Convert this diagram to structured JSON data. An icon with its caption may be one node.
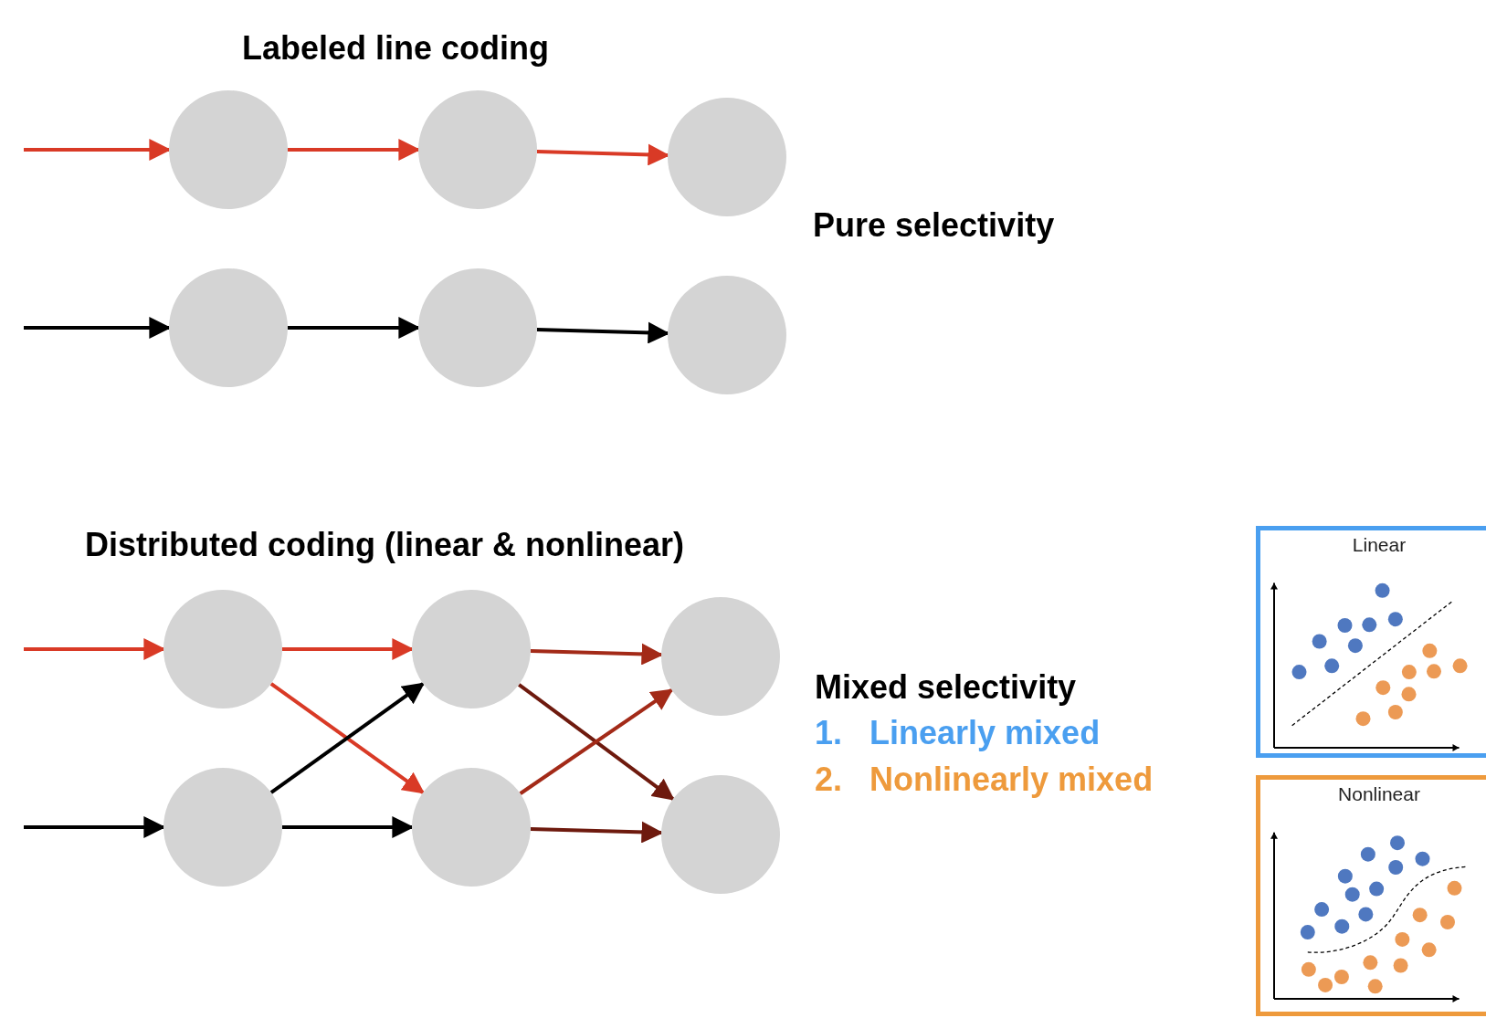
{
  "diagram": {
    "nodes": [
      {
        "text": [],
        "shape": "circle"
      },
      {
        "text": [],
        "shape": "circle"
      },
      {
        "text": [],
        "shape": "circle"
      },
      {
        "text": [],
        "shape": "circle"
      },
      {
        "text": [],
        "shape": "circle"
      },
      {
        "text": [],
        "shape": "circle"
      },
      {
        "text": [],
        "shape": "circle"
      },
      {
        "text": [],
        "shape": "circle"
      },
      {
        "text": [],
        "shape": "circle"
      },
      {
        "text": [],
        "shape": "circle"
      },
      {
        "text": [],
        "shape": "circle"
      },
      {
        "text": [],
        "shape": "circle"
      },
      {
        "text": [
          "Linear"
        ]
      },
      {
        "text": [
          "Nonlinear"
        ]
      }
    ],
    "edges": [
      {
        "from": null,
        "to": 0,
        "arrow": "to",
        "color": "#d93a26"
      },
      {
        "from": 0,
        "to": 1,
        "arrow": "to",
        "color": "#d93a26"
      },
      {
        "from": 1,
        "to": 2,
        "arrow": "to",
        "color": "#d93a26"
      },
      {
        "from": null,
        "to": 3,
        "arrow": "to",
        "color": "#000000"
      },
      {
        "from": 3,
        "to": 4,
        "arrow": "to",
        "color": "#000000"
      },
      {
        "from": 4,
        "to": 5,
        "arrow": "to",
        "color": "#000000"
      },
      {
        "from": null,
        "to": 6,
        "arrow": "to",
        "color": "#d93a26"
      },
      {
        "from": 6,
        "to": 7,
        "arrow": "to",
        "color": "#d93a26"
      },
      {
        "from": 6,
        "to": 10,
        "arrow": "to",
        "color": "#d93a26"
      },
      {
        "from": null,
        "to": 9,
        "arrow": "to",
        "color": "#000000"
      },
      {
        "from": 9,
        "to": 7,
        "arrow": "to",
        "color": "#000000"
      },
      {
        "from": 9,
        "to": 10,
        "arrow": "to",
        "color": "#000000"
      },
      {
        "from": 7,
        "to": 8,
        "arrow": "to",
        "color": "#a32a18"
      },
      {
        "from": 7,
        "to": 11,
        "arrow": "to",
        "color": "#6e1a0e"
      },
      {
        "from": 10,
        "to": 8,
        "arrow": "to",
        "color": "#a32a18"
      },
      {
        "from": 10,
        "to": 11,
        "arrow": "to",
        "color": "#6e1a0e"
      }
    ],
    "labels": [
      "Labeled line coding",
      "Pure selectivity",
      "Distributed coding (linear & nonlinear)",
      "Mixed selectivity",
      "1.   Linearly mixed",
      "2.   Nonlinearly mixed"
    ]
  }
}
